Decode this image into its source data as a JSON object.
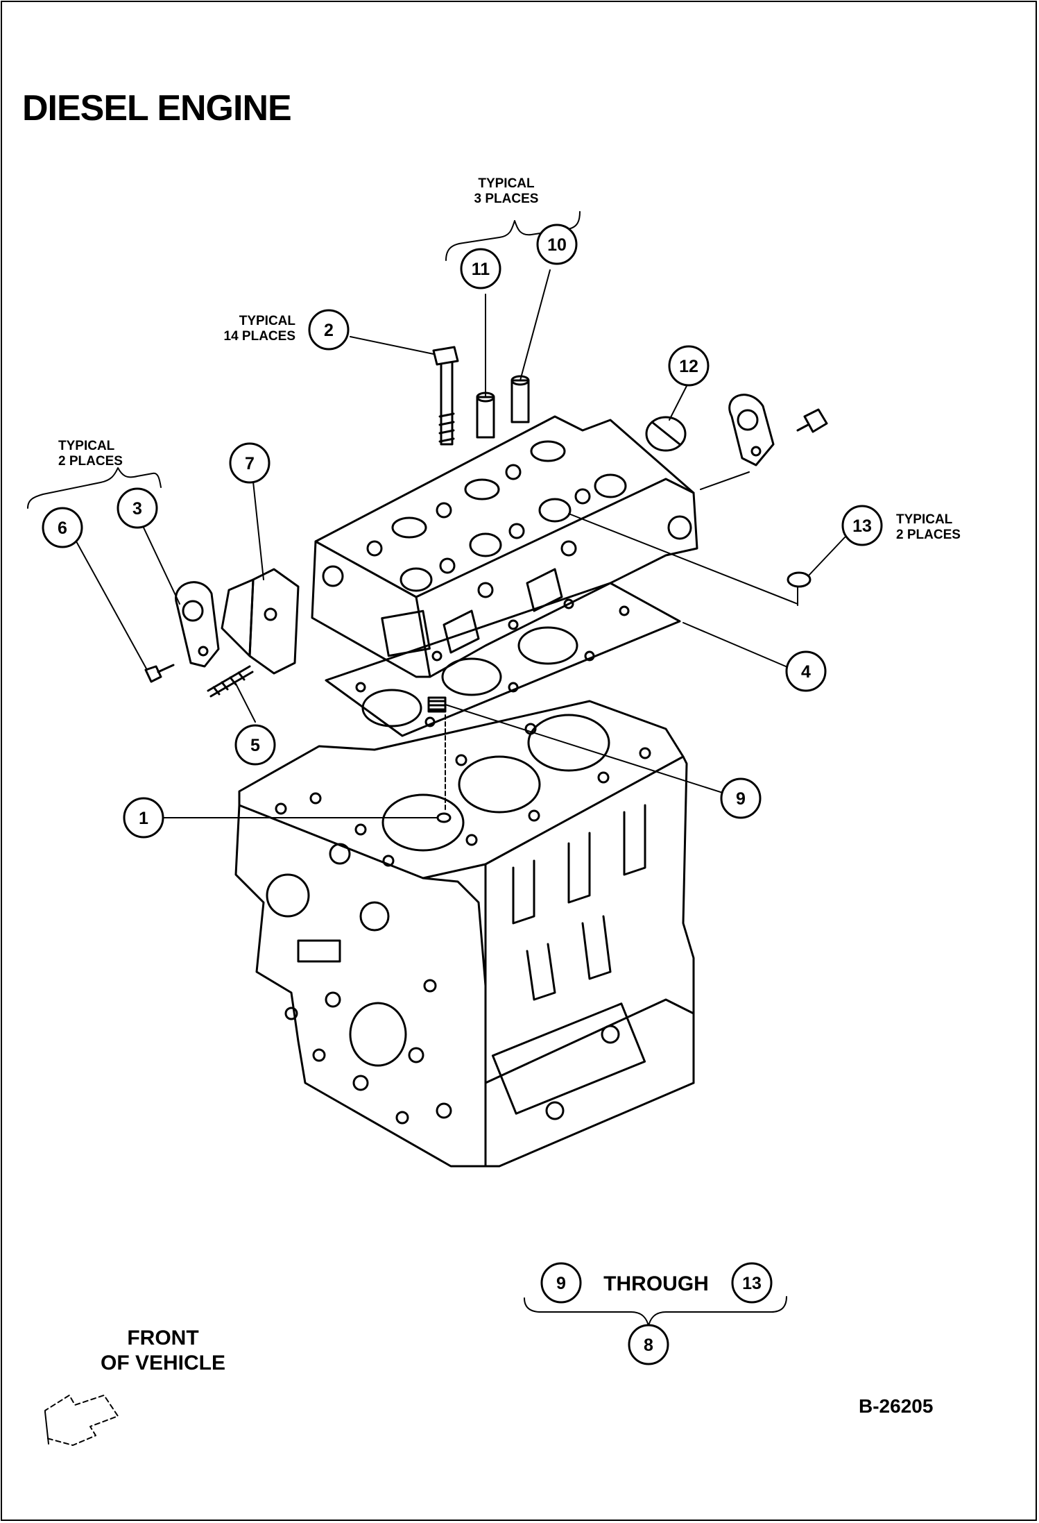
{
  "title": "DIESEL ENGINE",
  "reference_code": "B-26205",
  "notes": {
    "typical_3_places": "TYPICAL\n3 PLACES",
    "typical_14_places": "TYPICAL\n14 PLACES",
    "typical_2_places_left": "TYPICAL\n2 PLACES",
    "typical_2_places_right": "TYPICAL\n2 PLACES"
  },
  "group_note": {
    "from": "9",
    "word": "THROUGH",
    "to": "13",
    "group": "8"
  },
  "front_label": "FRONT\nOF VEHICLE",
  "callouts": [
    "1",
    "2",
    "3",
    "4",
    "5",
    "6",
    "7",
    "9",
    "10",
    "11",
    "12",
    "13"
  ]
}
